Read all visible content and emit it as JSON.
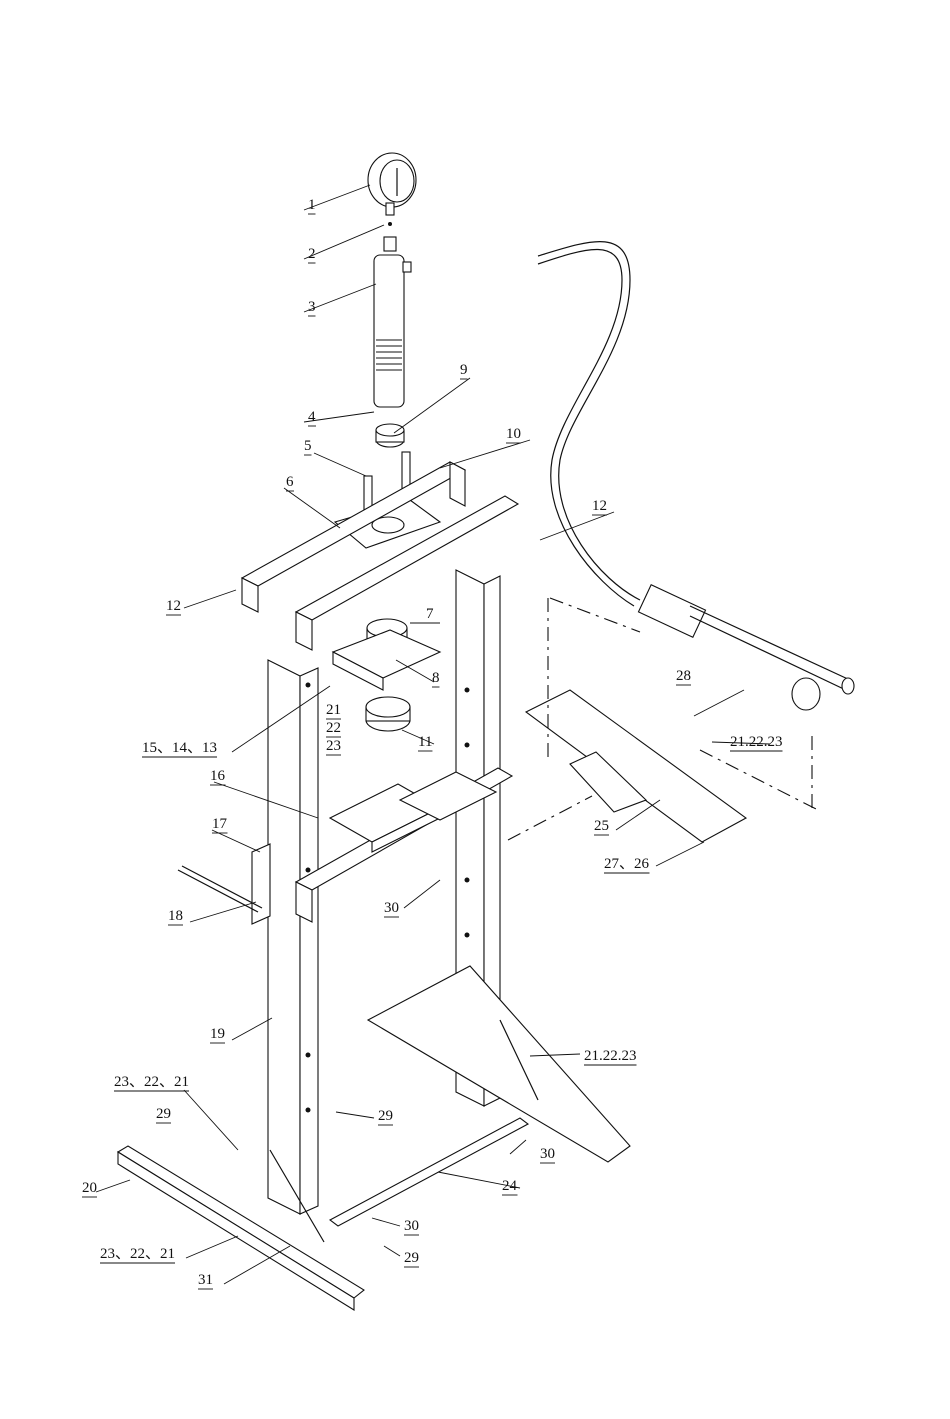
{
  "diagram": {
    "callouts": [
      {
        "id": "c1",
        "text": "1"
      },
      {
        "id": "c2",
        "text": "2"
      },
      {
        "id": "c3",
        "text": "3"
      },
      {
        "id": "c4",
        "text": "4"
      },
      {
        "id": "c5",
        "text": "5"
      },
      {
        "id": "c6",
        "text": "6"
      },
      {
        "id": "c7",
        "text": "7"
      },
      {
        "id": "c8",
        "text": "8"
      },
      {
        "id": "c9",
        "text": "9"
      },
      {
        "id": "c10",
        "text": "10"
      },
      {
        "id": "c11",
        "text": "11"
      },
      {
        "id": "c12a",
        "text": "12"
      },
      {
        "id": "c12b",
        "text": "12"
      },
      {
        "id": "c13",
        "text": "15、14、13"
      },
      {
        "id": "c16",
        "text": "16"
      },
      {
        "id": "c17",
        "text": "17"
      },
      {
        "id": "c18",
        "text": "18"
      },
      {
        "id": "c19",
        "text": "19"
      },
      {
        "id": "c20",
        "text": "20"
      },
      {
        "id": "c21a",
        "text": "21"
      },
      {
        "id": "c22a",
        "text": "22"
      },
      {
        "id": "c23a",
        "text": "23"
      },
      {
        "id": "c21b",
        "text": "21.22.23"
      },
      {
        "id": "c21c",
        "text": "21.22.23"
      },
      {
        "id": "c21d",
        "text": "23、22、21"
      },
      {
        "id": "c21e",
        "text": "23、22、21"
      },
      {
        "id": "c24",
        "text": "24"
      },
      {
        "id": "c25",
        "text": "25"
      },
      {
        "id": "c26",
        "text": "27、26"
      },
      {
        "id": "c28",
        "text": "28"
      },
      {
        "id": "c29a",
        "text": "29"
      },
      {
        "id": "c29b",
        "text": "29"
      },
      {
        "id": "c29c",
        "text": "29"
      },
      {
        "id": "c30a",
        "text": "30"
      },
      {
        "id": "c30b",
        "text": "30"
      },
      {
        "id": "c30c",
        "text": "30"
      },
      {
        "id": "c31",
        "text": "31"
      }
    ]
  }
}
